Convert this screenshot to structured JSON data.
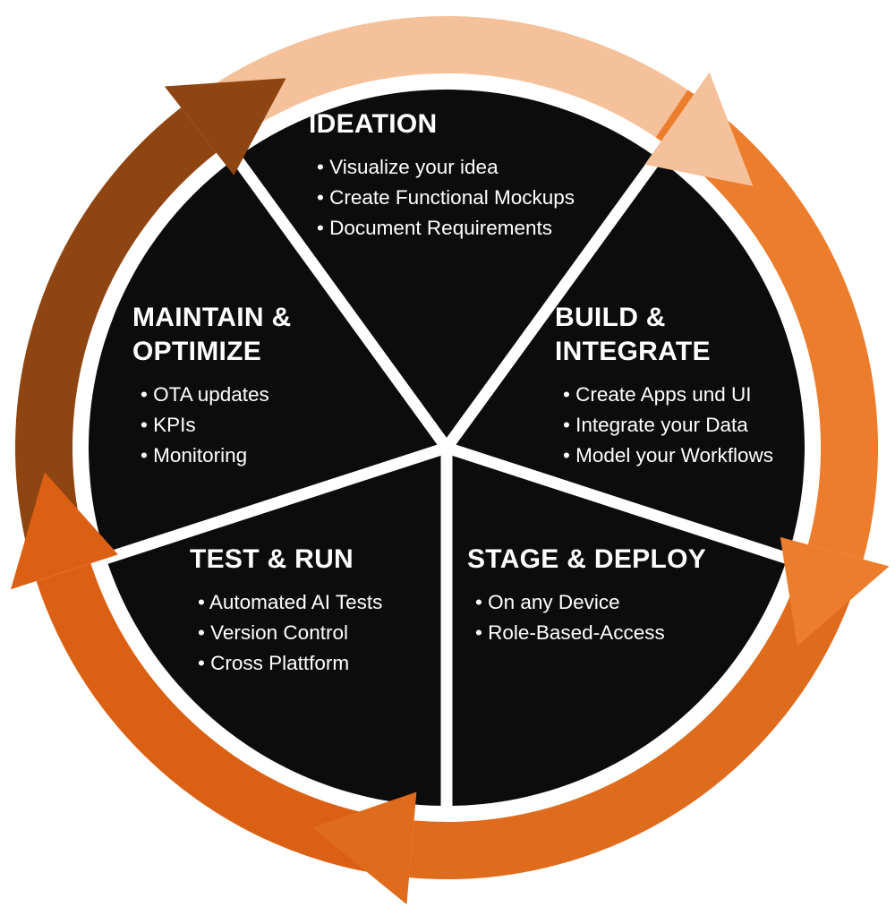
{
  "diagram": {
    "name": "application-lifecycle-cycle",
    "colors": {
      "wheel": "#0c0c0c",
      "divider": "#ffffff",
      "text": "#ffffff",
      "arrow_top": "#f5c19b",
      "arrow_right": "#ec7d2c",
      "arrow_bottom_right": "#df6b1c",
      "arrow_bottom_left": "#dc6014",
      "arrow_top_left": "#8f4511"
    },
    "segments": [
      {
        "id": "ideation",
        "title": "IDEATION",
        "items": [
          "• Visualize your idea",
          "• Create Functional Mockups",
          "• Document Requirements"
        ]
      },
      {
        "id": "build-integrate",
        "title": "BUILD & INTEGRATE",
        "items": [
          "• Create Apps und UI",
          "• Integrate your Data",
          "• Model your Workflows"
        ]
      },
      {
        "id": "stage-deploy",
        "title": "STAGE & DEPLOY",
        "items": [
          "• On any Device",
          "• Role-Based-Access"
        ]
      },
      {
        "id": "test-run",
        "title": "TEST & RUN",
        "items": [
          "• Automated AI Tests",
          "• Version Control",
          "• Cross Plattform"
        ]
      },
      {
        "id": "maintain-optimize",
        "title": "MAINTAIN & OPTIMIZE",
        "items": [
          "• OTA updates",
          "• KPIs",
          "• Monitoring"
        ]
      }
    ]
  }
}
